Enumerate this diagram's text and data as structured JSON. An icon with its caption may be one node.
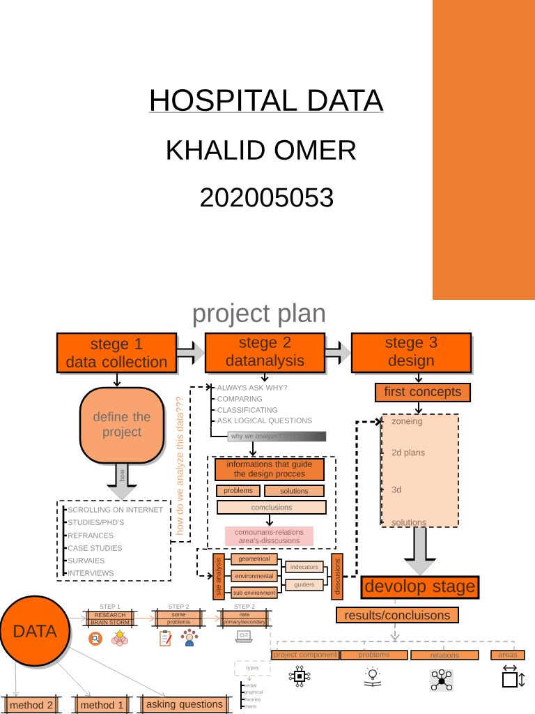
{
  "diagram": {
    "title": "HOSPITAL DATA",
    "nodes": [
      {
        "text": [
          "stege 1",
          "data collection"
        ]
      },
      {
        "text": [
          "stege 2",
          "datanalysis"
        ]
      },
      {
        "text": [
          "stege 3",
          "design"
        ]
      },
      {
        "text": [
          "define the project"
        ]
      },
      {
        "text": [
          "SCROLLING ON INTERNET",
          "STUDIES/PHD'S",
          "REFRANCES",
          "CASE STUDIES",
          "SURVAIES",
          "INTERVIEWS"
        ]
      },
      {
        "text": [
          "-ALWAYS ASK WHY?",
          "-COMPARING",
          "-CLASSIFICATING",
          "-ASK LOGICAL QUESTIONS"
        ]
      },
      {
        "text": [
          "why we analyze??????"
        ]
      },
      {
        "text": [],
        "shape": "box"
      },
      {
        "text": [
          "informations that guide the design procces"
        ],
        "in": 7
      },
      {
        "text": [
          "problems"
        ],
        "in": 7
      },
      {
        "text": [
          "solutions"
        ],
        "in": 7
      },
      {
        "text": [
          "comclusions"
        ],
        "in": 7
      },
      {
        "text": [
          "comounans-relations area's-disscusions"
        ],
        "in": 7
      },
      {
        "text": [
          "site analysis"
        ]
      },
      {
        "text": [
          "geometrical"
        ]
      },
      {
        "text": [
          "environmental"
        ]
      },
      {
        "text": [
          "sub environment"
        ]
      },
      {
        "text": [
          "indecators"
        ]
      },
      {
        "text": [
          "guiders"
        ]
      },
      {
        "text": [
          "disscusions"
        ]
      },
      {
        "text": [
          "first concepts"
        ]
      },
      {
        "text": [
          "zoneing",
          "2d plans",
          "3d",
          "solutions"
        ]
      },
      {
        "text": [
          "devolop stage"
        ]
      },
      {
        "text": [
          "results/concluisons"
        ]
      },
      {
        "text": [
          "project component"
        ]
      },
      {
        "text": [
          "problems"
        ]
      },
      {
        "text": [
          "relations"
        ]
      },
      {
        "text": [
          "areas"
        ]
      },
      {
        "text": [
          "DATA"
        ]
      },
      {
        "text": [
          "STEP 1",
          "RESEARCH",
          "BRAIN STORM"
        ]
      },
      {
        "text": [
          "STEP 2",
          "some",
          "problems"
        ]
      },
      {
        "text": [
          "STEP 2",
          "data",
          "primary/secondary"
        ]
      },
      {
        "text": [
          "method 2"
        ]
      },
      {
        "text": [
          "method 1"
        ]
      },
      {
        "text": [
          "asking questions"
        ]
      },
      {
        "text": [
          "types"
        ]
      },
      {
        "text": [
          "verbal",
          "graphical",
          "theories",
          "charts"
        ]
      }
    ],
    "edges": [
      {
        "from": 0,
        "to": 1,
        "arrow": "to",
        "style": "thick",
        "color": "#cfcfcf"
      },
      {
        "from": 1,
        "to": 2,
        "arrow": "to",
        "style": "thick",
        "color": "#cfcfcf"
      },
      {
        "from": 0,
        "to": 3,
        "arrow": "to"
      },
      {
        "from": 3,
        "to": 4,
        "arrow": "to",
        "style": "thick",
        "color": "#cfcfcf",
        "label": "how"
      },
      {
        "from": 4,
        "to": 5,
        "arrow": "to",
        "style": "dashed",
        "label": "how do we analyze this data???"
      },
      {
        "from": 1,
        "to": 5,
        "arrow": "to"
      },
      {
        "from": 5,
        "to": 6,
        "arrow": "none"
      },
      {
        "from": 6,
        "to": 7,
        "arrow": "to"
      },
      {
        "from": 11,
        "to": 12,
        "arrow": "to"
      },
      {
        "from": 7,
        "to": 13,
        "arrow": "to",
        "style": "dashed"
      },
      {
        "from": 13,
        "to": 14,
        "arrow": "none"
      },
      {
        "from": 13,
        "to": 15,
        "arrow": "none"
      },
      {
        "from": 13,
        "to": 16,
        "arrow": "none"
      },
      {
        "from": 14,
        "to": 17,
        "arrow": "none"
      },
      {
        "from": 14,
        "to": 18,
        "arrow": "none"
      },
      {
        "from": 15,
        "to": 17,
        "arrow": "none"
      },
      {
        "from": 15,
        "to": 18,
        "arrow": "none"
      },
      {
        "from": 16,
        "to": 17,
        "arrow": "none"
      },
      {
        "from": 16,
        "to": 18,
        "arrow": "none"
      },
      {
        "from": 17,
        "to": 19,
        "arrow": "none"
      },
      {
        "from": 18,
        "to": 19,
        "arrow": "none"
      },
      {
        "from": 19,
        "to": 21,
        "arrow": "to",
        "style": "dashed"
      },
      {
        "from": 2,
        "to": 20,
        "arrow": "to"
      },
      {
        "from": 20,
        "to": 21,
        "arrow": "to"
      },
      {
        "from": 21,
        "to": 22,
        "arrow": "to",
        "style": "thick",
        "color": "#cfcfcf"
      },
      {
        "from": 22,
        "to": 23,
        "arrow": "none",
        "style": "dashed",
        "color": "#aaaaaa"
      },
      {
        "from": 23,
        "to": 24,
        "arrow": "to",
        "style": "dashed",
        "color": "#aaaaaa"
      },
      {
        "from": 23,
        "to": 25,
        "arrow": "to",
        "style": "dashed",
        "color": "#aaaaaa"
      },
      {
        "from": 23,
        "to": 26,
        "arrow": "to",
        "style": "dashed",
        "color": "#aaaaaa"
      },
      {
        "from": 23,
        "to": 27,
        "arrow": "to",
        "style": "dashed",
        "color": "#aaaaaa"
      },
      {
        "from": 28,
        "to": 29,
        "arrow": "to",
        "color": "#999999"
      },
      {
        "from": 29,
        "to": 30,
        "arrow": "to",
        "color": "#e8a07a"
      },
      {
        "from": 30,
        "to": 31,
        "arrow": "to",
        "color": "#e8a07a"
      },
      {
        "from": 28,
        "to": 32,
        "arrow": "to",
        "color": "#999999"
      },
      {
        "from": 28,
        "to": 33,
        "arrow": "to",
        "color": "#999999"
      },
      {
        "from": 28,
        "to": 34,
        "arrow": "to",
        "color": "#999999"
      },
      {
        "from": 31,
        "to": 35,
        "arrow": "none",
        "style": "dashed",
        "color": "#aaaaaa"
      },
      {
        "from": 35,
        "to": 36,
        "arrow": "to",
        "color": "#b08060"
      }
    ],
    "labels": [
      "KHALID OMER",
      "202005053",
      "project plan"
    ]
  }
}
